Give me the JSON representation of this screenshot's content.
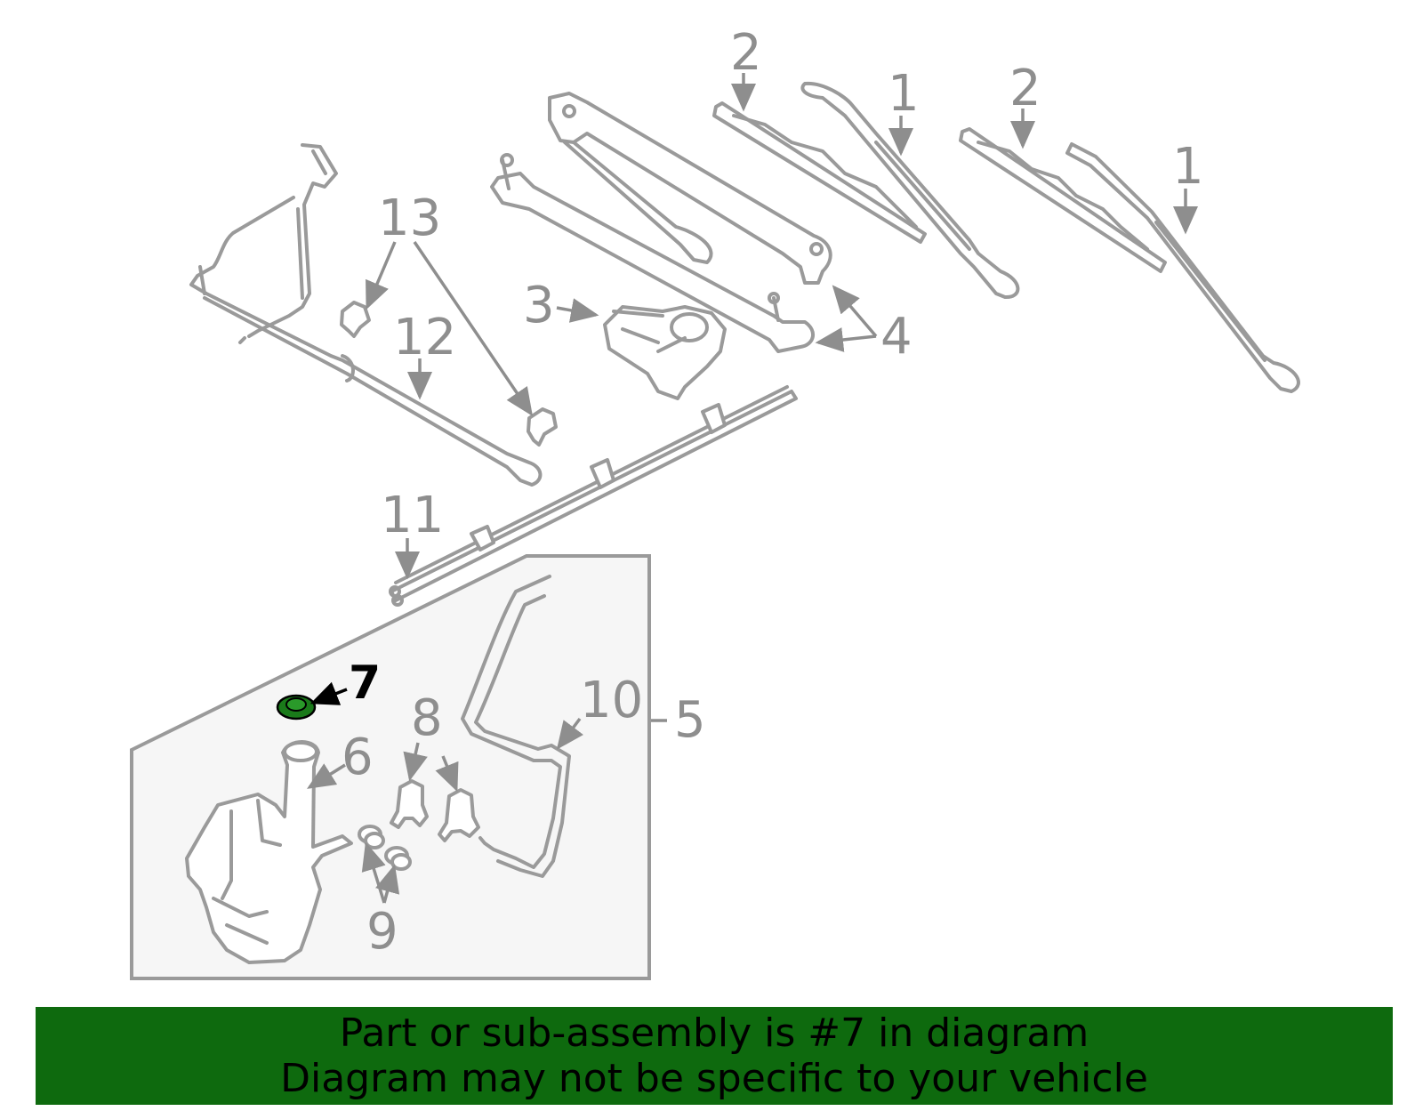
{
  "diagram": {
    "highlight_color": "#1a7a1a",
    "part_color": "#9a9a9a",
    "callouts": [
      {
        "id": "c1a",
        "text": "1"
      },
      {
        "id": "c1b",
        "text": "1"
      },
      {
        "id": "c2a",
        "text": "2"
      },
      {
        "id": "c2b",
        "text": "2"
      },
      {
        "id": "c3",
        "text": "3"
      },
      {
        "id": "c4",
        "text": "4"
      },
      {
        "id": "c5",
        "text": "5"
      },
      {
        "id": "c6",
        "text": "6"
      },
      {
        "id": "c7",
        "text": "7"
      },
      {
        "id": "c8",
        "text": "8"
      },
      {
        "id": "c9",
        "text": "9"
      },
      {
        "id": "c10",
        "text": "10"
      },
      {
        "id": "c11",
        "text": "11"
      },
      {
        "id": "c12",
        "text": "12"
      },
      {
        "id": "c13",
        "text": "13"
      }
    ]
  },
  "banner": {
    "background": "#0e6a0e",
    "line1": "Part or sub-assembly is #7 in diagram",
    "line2": "Diagram may not be specific to your vehicle"
  }
}
